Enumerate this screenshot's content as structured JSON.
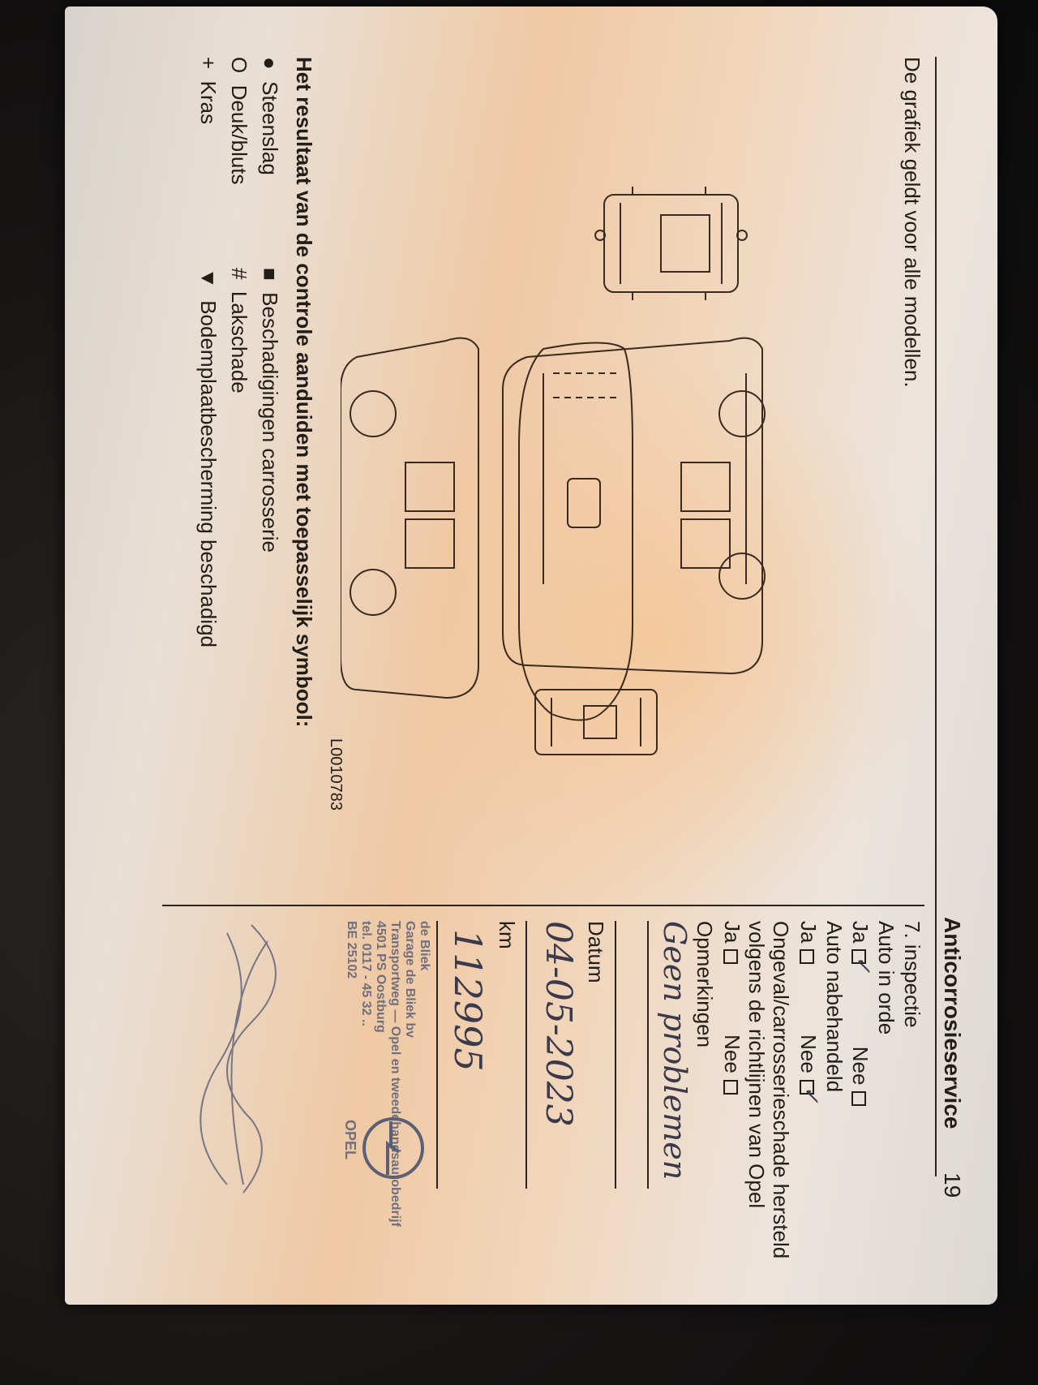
{
  "page": {
    "section_title": "Anticorrosieservice",
    "page_number": "19"
  },
  "left": {
    "intro": "De grafiek geldt voor alle modellen.",
    "figure_code": "L0010783",
    "legend_title": "Het resultaat van de controle aanduiden met toepasselijk symbool:",
    "legend": [
      {
        "symbol": "●",
        "label": "Steenslag"
      },
      {
        "symbol": "■",
        "label": "Beschadigingen carrosserie"
      },
      {
        "symbol": "O",
        "label": "Deuk/bluts"
      },
      {
        "symbol": "#",
        "label": "Lakschade"
      },
      {
        "symbol": "+",
        "label": "Kras"
      },
      {
        "symbol": "▼",
        "label": "Bodemplaatbescherming beschadigd"
      }
    ]
  },
  "form": {
    "heading": "7. inspectie",
    "q1": "Auto in orde",
    "q2": "Auto nabehandeld",
    "q3_line1": "Ongeval/carrosserieschade hersteld",
    "q3_line2": "volgens de richtlijnen van Opel",
    "yes": "Ja",
    "no": "Nee",
    "remarks_label": "Opmerkingen",
    "remarks_value": "Geen problemen",
    "date_label": "Datum",
    "date_value": "04-05-2023",
    "km_label": "km",
    "km_value": "112995",
    "stamp": {
      "line1": "Garage de Bliek bv",
      "line2": "Transportweg — Opel en tweedehandsautobedrijf",
      "line3": "4501 PS Oostburg",
      "line4": "tel. 0117 - 45 32 ..",
      "line5": "BE 25102",
      "brand": "OPEL",
      "signature": "de Bliek"
    },
    "checks": {
      "q1": "yes",
      "q2": "no",
      "q3": "none"
    }
  }
}
